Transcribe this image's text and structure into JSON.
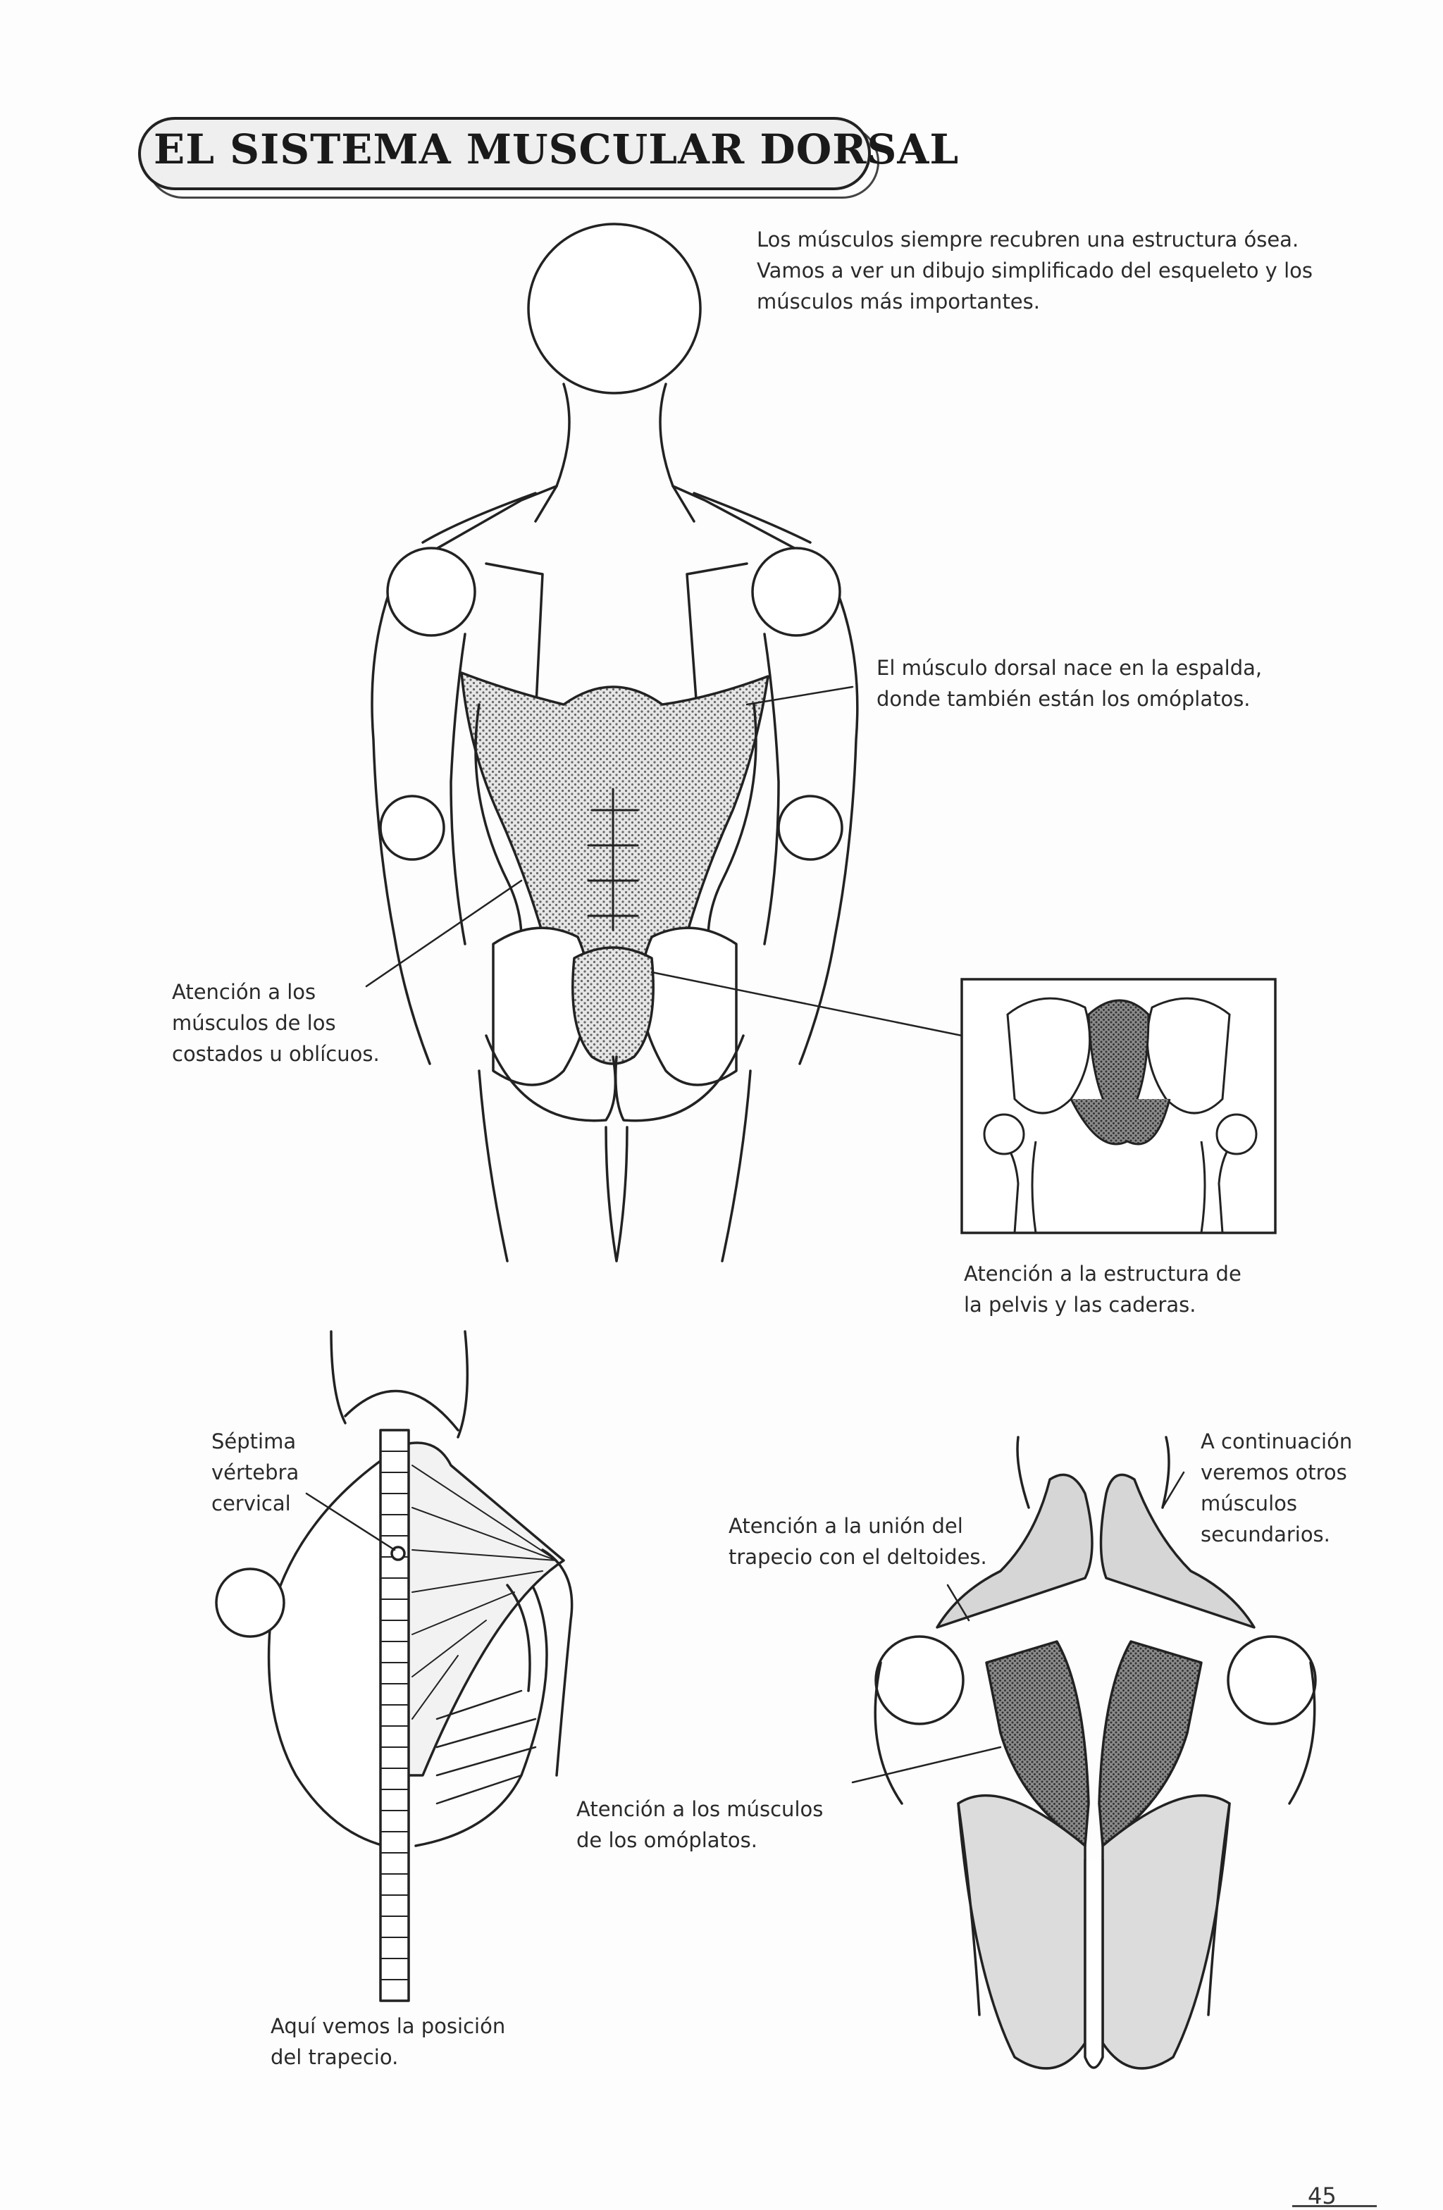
{
  "title": "EL SISTEMA MUSCULAR DORSAL",
  "captions": {
    "intro": [
      "Los músculos siempre recubren una estructura ósea.",
      "Vamos a ver un dibujo simplificado del esqueleto y los",
      "músculos más importantes."
    ],
    "dorsal": [
      "El músculo dorsal nace en la espalda,",
      "donde también están los omóplatos."
    ],
    "obliques": [
      "Atención a los",
      "músculos de los",
      "costados u oblícuos."
    ],
    "pelvis": [
      "Atención a la estructura de",
      "la pelvis y las caderas."
    ],
    "vertebra": [
      "Séptima",
      "vértebra",
      "cervical"
    ],
    "trapezius_union": [
      "Atención a la unión del",
      "trapecio con el deltoides."
    ],
    "continuation": [
      "A continuación",
      "veremos otros",
      "músculos",
      "secundarios."
    ],
    "scapula_muscles": [
      "Atención a los músculos",
      "de los omóplatos."
    ],
    "trapezius_position": [
      "Aquí vemos la posición",
      "del trapecio."
    ]
  },
  "page_number": "45"
}
